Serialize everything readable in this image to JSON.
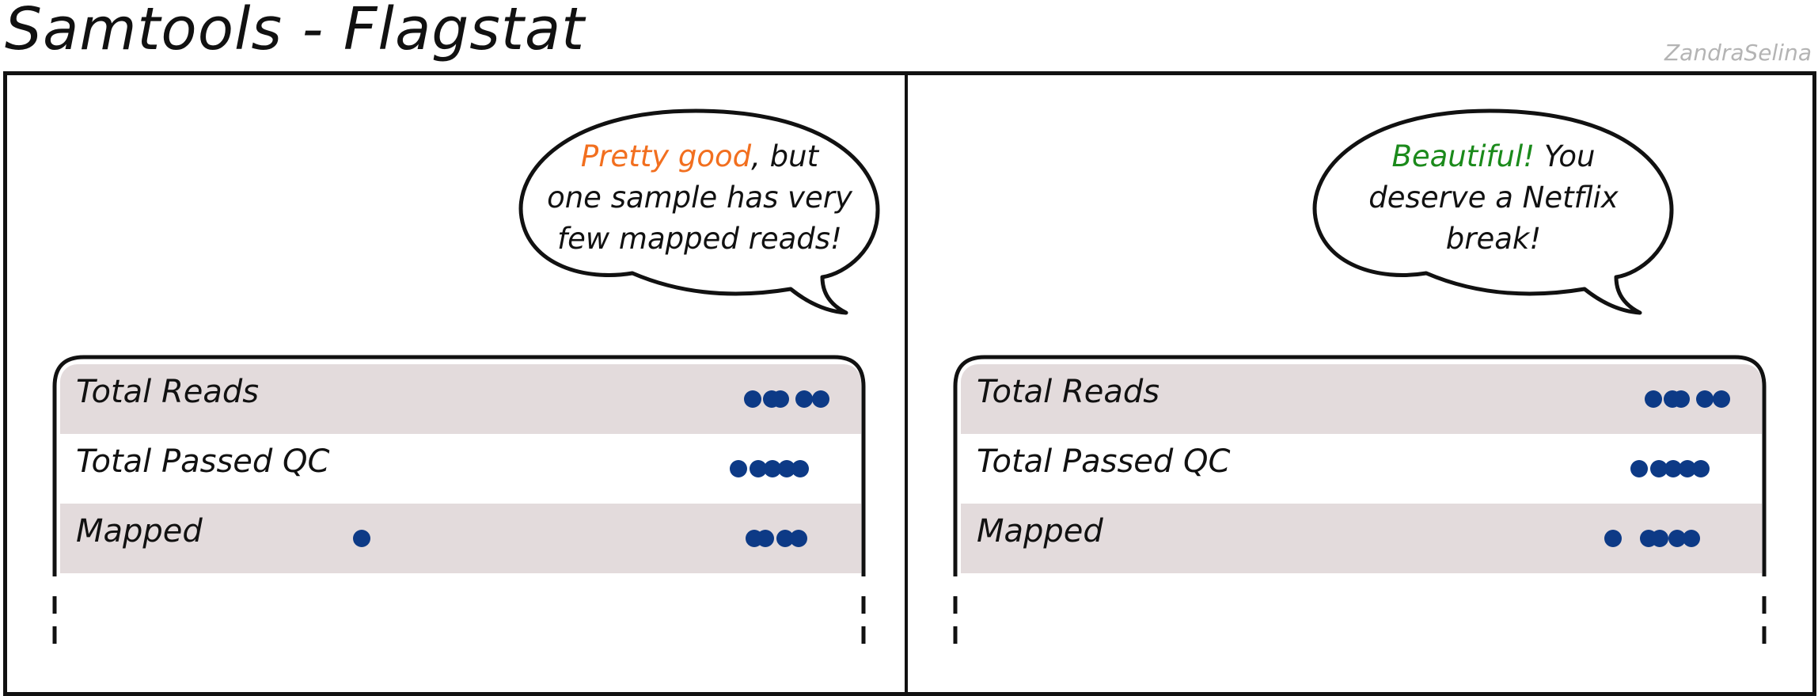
{
  "title": "Samtools - Flagstat",
  "credit": "ZandraSelina",
  "panels": [
    {
      "bubble": {
        "highlight": "Pretty good",
        "line1_rest": ", but",
        "line2": "one sample has very",
        "line3": "few mapped reads!",
        "highlight_color": "#f26f1f"
      },
      "rows": [
        {
          "label": "Total Reads",
          "dots": [
            942,
            966,
            977,
            1007,
            1028
          ]
        },
        {
          "label": "Total Passed QC",
          "dots": [
            924,
            949,
            967,
            985,
            1002
          ]
        },
        {
          "label": "Mapped",
          "dots": [
            448,
            944,
            958,
            983,
            1000
          ]
        }
      ]
    },
    {
      "bubble": {
        "highlight": "Beautiful!",
        "line1_rest": " You",
        "line2": "deserve a Netflix",
        "line3": "break!",
        "highlight_color": "#1b8a1b"
      },
      "rows": [
        {
          "label": "Total Reads",
          "dots": [
            942,
            966,
            977,
            1007,
            1028
          ]
        },
        {
          "label": "Total Passed QC",
          "dots": [
            924,
            949,
            967,
            985,
            1002
          ]
        },
        {
          "label": "Mapped",
          "dots": [
            891,
            936,
            950,
            972,
            990
          ]
        }
      ]
    }
  ],
  "colors": {
    "dot": "#0d3a86",
    "row_shade": "#e3dbdc",
    "ink": "#111111"
  }
}
